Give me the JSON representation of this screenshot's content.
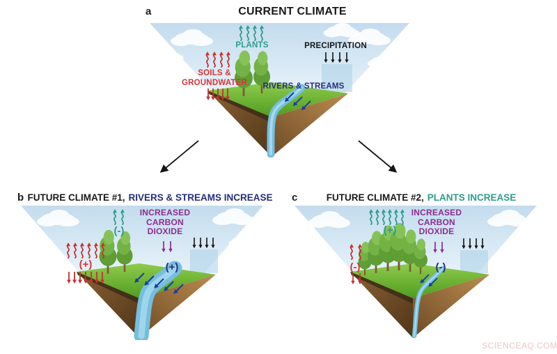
{
  "watermark": {
    "text": "SCIENCEAQ.COM",
    "color": "#EEC6C6"
  },
  "colors": {
    "plants_teal": "#2E9C8C",
    "soils_red": "#D93434",
    "rivers_navy": "#272D7D",
    "co2_purple": "#8C2D8F",
    "precipitation_black": "#151515",
    "title_black": "#1A1A1A"
  },
  "panels": {
    "a": {
      "marker": "a",
      "title": "CURRENT CLIMATE",
      "labels": {
        "plants": "PLANTS",
        "precipitation": "PRECIPITATION",
        "soils_groundwater": "SOILS &\nGROUNDWATER",
        "rivers_streams": "RIVERS & STREAMS"
      }
    },
    "b": {
      "marker": "b",
      "title_prefix": "FUTURE CLIMATE #1,",
      "title_highlight": "RIVERS & STREAMS INCREASE",
      "labels": {
        "plants_sign": "(-)",
        "carbon_dioxide": "INCREASED\nCARBON\nDIOXIDE",
        "soils_sign": "(+)",
        "rivers_sign": "(+)"
      }
    },
    "c": {
      "marker": "c",
      "title_prefix": "FUTURE CLIMATE #2,",
      "title_highlight": "PLANTS INCREASE",
      "labels": {
        "plants_sign": "(+)",
        "carbon_dioxide": "INCREASED\nCARBON\nDIOXIDE",
        "soils_sign": "(-)",
        "rivers_sign": "(-)"
      }
    }
  }
}
